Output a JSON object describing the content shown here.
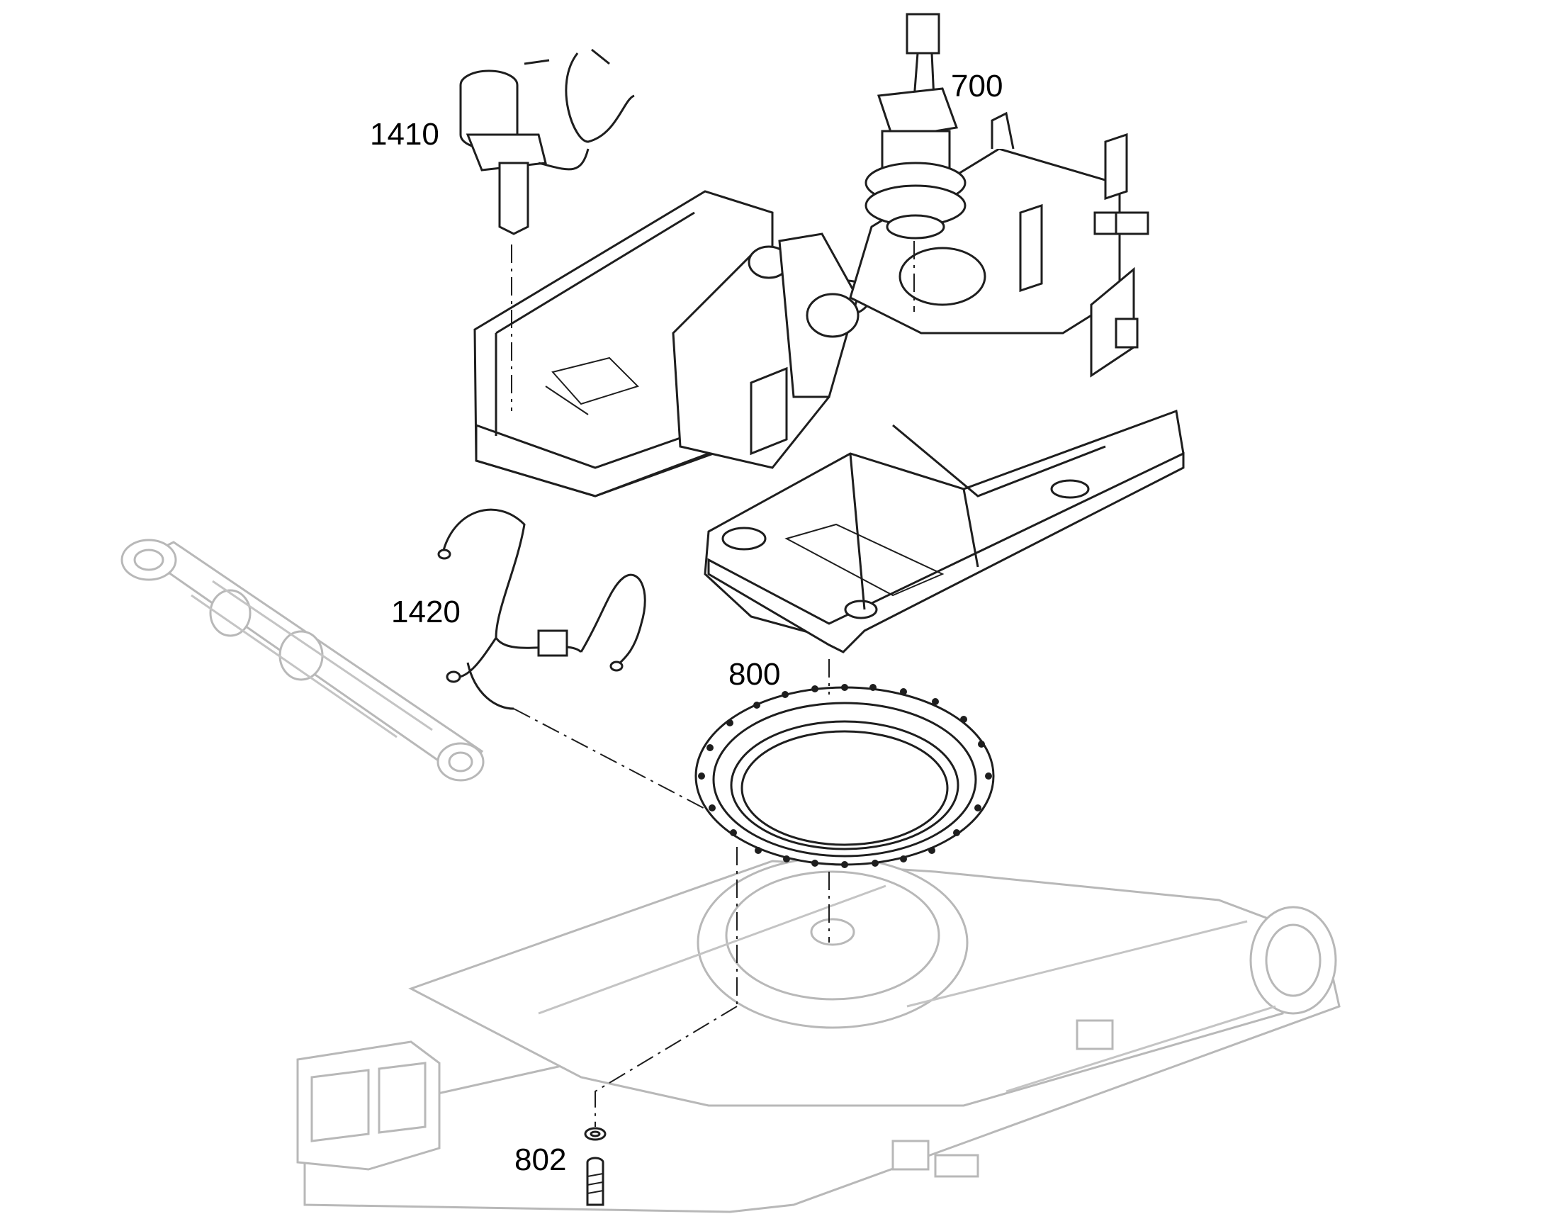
{
  "callouts": {
    "part_1410": "1410",
    "part_700": "700",
    "part_1420": "1420",
    "part_800": "800",
    "part_802": "802"
  },
  "colors": {
    "line": "#1e1e1e",
    "ghost": "#b8b8b8",
    "background": "#ffffff"
  }
}
